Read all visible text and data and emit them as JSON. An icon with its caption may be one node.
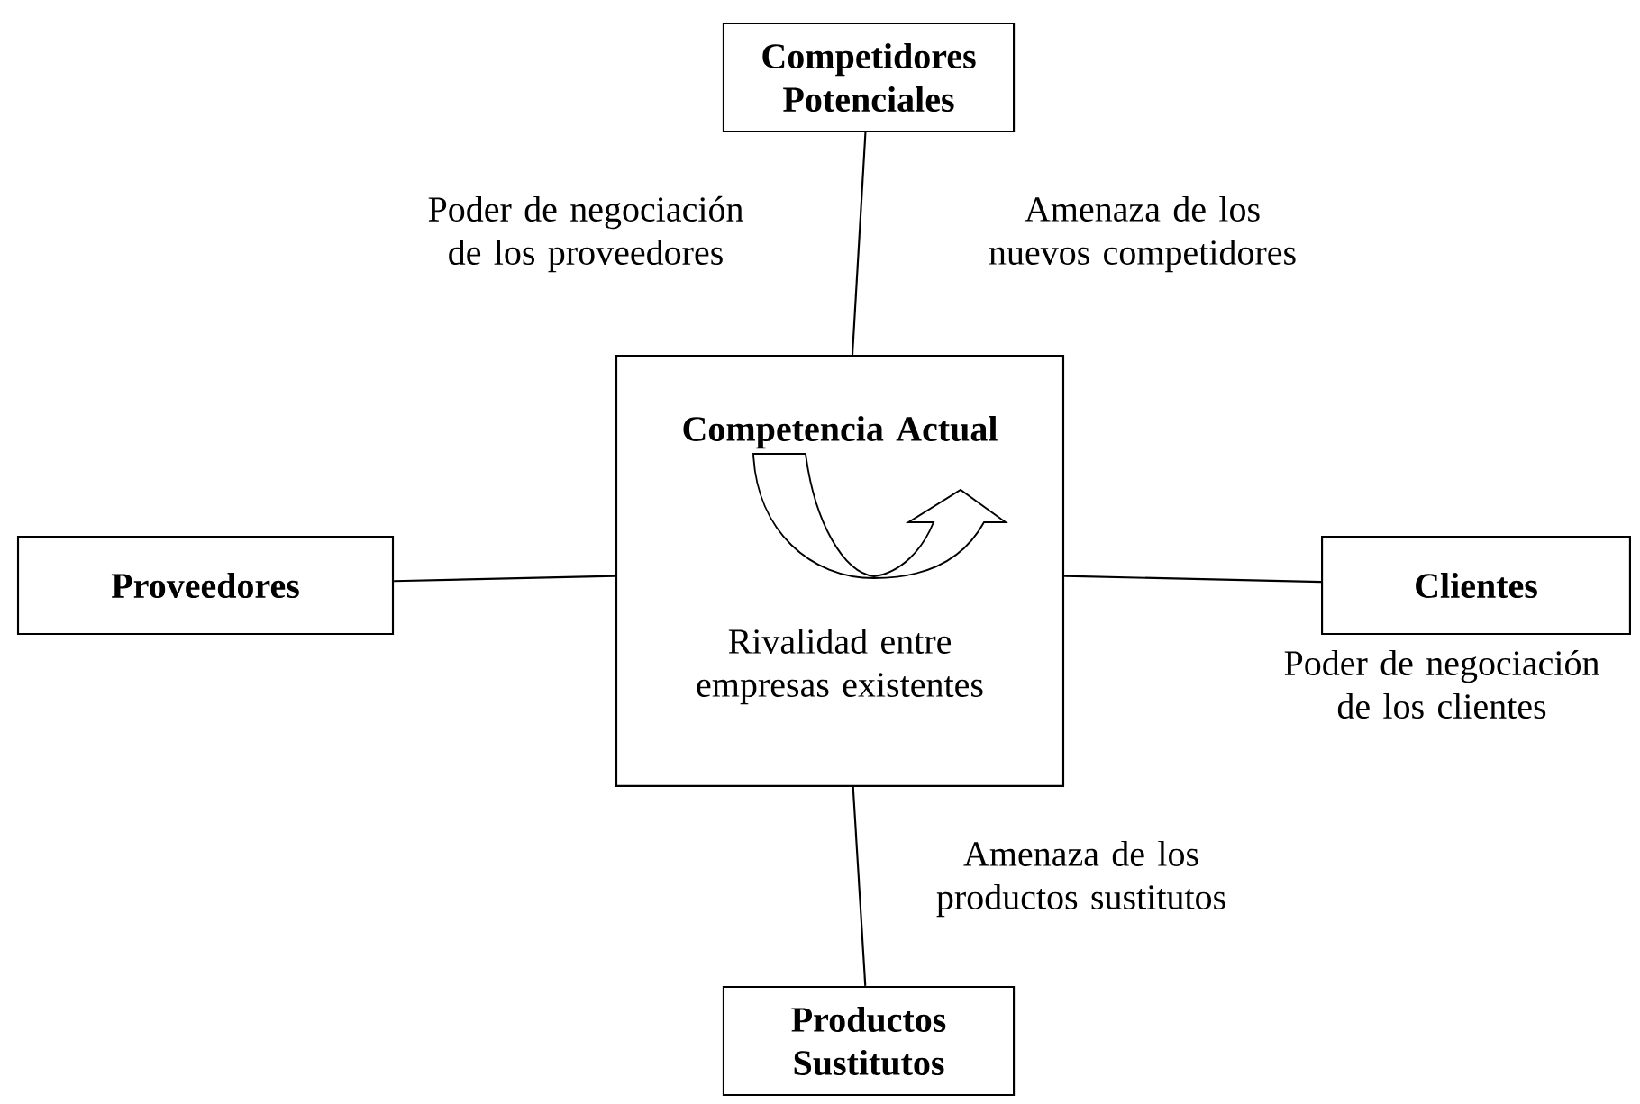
{
  "diagram": {
    "nodes": [
      {
        "text": [
          "Competidores Potenciales"
        ]
      },
      {
        "text": [
          "Competencia Actual",
          "Rivalidad entre empresas existentes"
        ]
      },
      {
        "text": [
          "Proveedores"
        ]
      },
      {
        "text": [
          "Clientes"
        ]
      },
      {
        "text": [
          "Productos Sustitutos"
        ]
      }
    ],
    "edges": [
      {
        "from": 0,
        "to": 1,
        "arrow": "none"
      },
      {
        "from": 2,
        "to": 1,
        "arrow": "none"
      },
      {
        "from": 1,
        "to": 3,
        "arrow": "none"
      },
      {
        "from": 1,
        "to": 4,
        "arrow": "none"
      }
    ],
    "labels": [
      "Poder de negociación de los proveedores",
      "Amenaza de los nuevos competidores",
      "Poder de negociación de los clientes",
      "Amenaza de los productos sustitutos"
    ]
  }
}
